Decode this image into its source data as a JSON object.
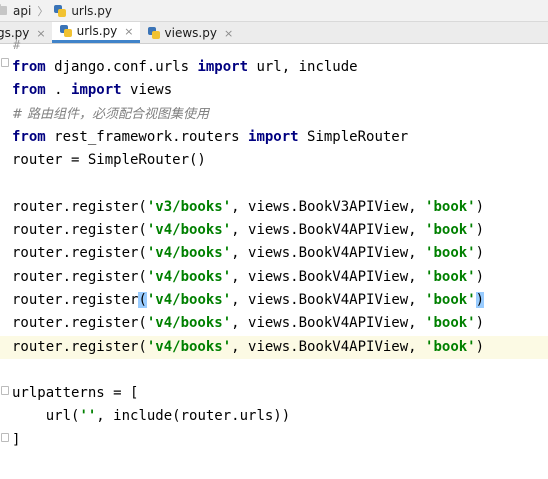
{
  "breadcrumb": {
    "items": [
      "api",
      "urls.py"
    ]
  },
  "tabs": [
    {
      "label": "gs.py",
      "close": "×"
    },
    {
      "label": "urls.py",
      "close": "×"
    },
    {
      "label": "views.py",
      "close": "×"
    }
  ],
  "code": {
    "top_fragment": "#",
    "line1": {
      "kw1": "from",
      "t1": " django.conf.urls ",
      "kw2": "import",
      "t2": " url, include"
    },
    "line2": {
      "kw1": "from",
      "t1": " . ",
      "kw2": "import",
      "t2": " views"
    },
    "line3": {
      "comment": "# 路由组件，必须配合视图集使用"
    },
    "line4": {
      "kw1": "from",
      "t1": " rest_framework.routers ",
      "kw2": "import",
      "t2": " SimpleRouter"
    },
    "line5": {
      "text": "router = SimpleRouter()"
    },
    "registers": [
      {
        "pre": "router.register(",
        "url": "'v3/books'",
        "mid": ", views.BookV3APIView, ",
        "name": "'book'",
        "post": ")"
      },
      {
        "pre": "router.register(",
        "url": "'v4/books'",
        "mid": ", views.BookV4APIView, ",
        "name": "'book'",
        "post": ")"
      },
      {
        "pre": "router.register(",
        "url": "'v4/books'",
        "mid": ", views.BookV4APIView, ",
        "name": "'book'",
        "post": ")"
      },
      {
        "pre": "router.register(",
        "url": "'v4/books'",
        "mid": ", views.BookV4APIView, ",
        "name": "'book'",
        "post": ")"
      },
      {
        "pre": "router.register",
        "open": "(",
        "url": "'v4/books'",
        "mid": ", views.BookV4APIView, ",
        "name": "'book'",
        "close": ")"
      },
      {
        "pre": "router.register(",
        "url": "'v4/books'",
        "mid": ", views.BookV4APIView, ",
        "name": "'book'",
        "post": ")"
      },
      {
        "pre": "router.register(",
        "url": "'v4/books'",
        "mid": ", views.BookV4APIView, ",
        "name": "'book'",
        "post": ")"
      }
    ],
    "urlpatterns_open": "urlpatterns = [",
    "url_line": {
      "t1": "    url(",
      "str": "''",
      "t2": ", include(router.urls))"
    },
    "urlpatterns_close": "]"
  }
}
